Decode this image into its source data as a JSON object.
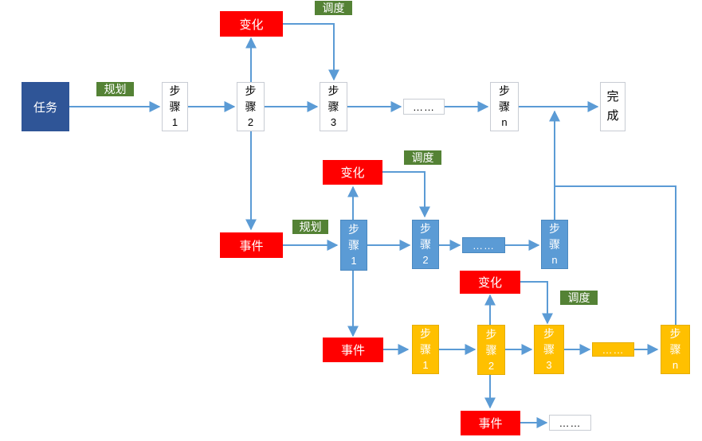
{
  "task_label": "任务",
  "done_label": [
    "完",
    "成"
  ],
  "step_char1": "步",
  "step_char2": "骤",
  "change_label": "变化",
  "event_label": "事件",
  "plan_label": "规划",
  "schedule_label": "调度",
  "ellipsis": "……",
  "steps": {
    "main": [
      "1",
      "2",
      "3",
      "n"
    ],
    "blue": [
      "1",
      "2",
      "n"
    ],
    "yellow": [
      "1",
      "2",
      "3",
      "n"
    ]
  },
  "colors": {
    "arrow": "#5b9bd5",
    "task": "#2f5597",
    "change_event": "#ff0000",
    "tag": "#548235",
    "blue_step": "#5b9bd5",
    "yellow_step": "#ffc000"
  }
}
